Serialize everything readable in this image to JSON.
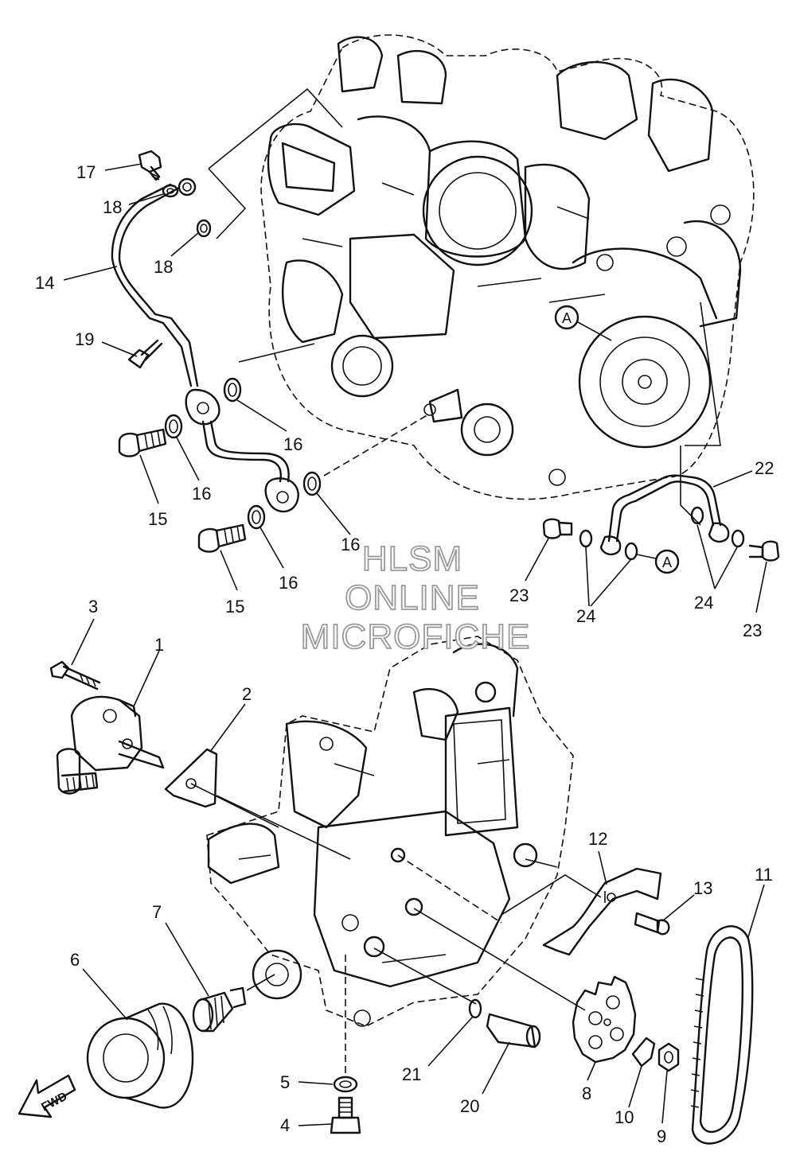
{
  "callouts": [
    "17",
    "18",
    "18",
    "14",
    "19",
    "16",
    "16",
    "15",
    "16",
    "16",
    "15",
    "22",
    "23",
    "24",
    "24",
    "23",
    "3",
    "1",
    "2",
    "12",
    "13",
    "11",
    "7",
    "6",
    "5",
    "4",
    "21",
    "20",
    "8",
    "10",
    "9"
  ],
  "markers": [
    {
      "label": "A"
    },
    {
      "label": "A"
    }
  ],
  "fwd_label": "FWD",
  "watermark": {
    "line1": "HLSM",
    "line2": "ONLINE",
    "line3": "MICROFICHE"
  }
}
